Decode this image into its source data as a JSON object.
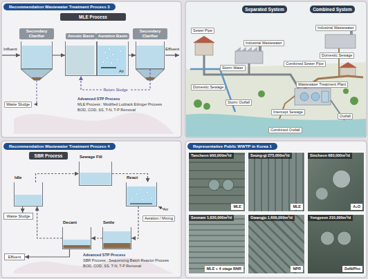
{
  "diagram": {
    "nodes": [
      {
        "text": [
          "Recommendation Wastewater Treatment Process 3"
        ]
      },
      {
        "text": [
          "MLE Process"
        ],
        "in": 0
      },
      {
        "text": [
          "Secondary Clarifier"
        ],
        "in": 0
      },
      {
        "text": [
          "Anoxic Basin"
        ],
        "in": 0
      },
      {
        "text": [
          "Aeration Basin"
        ],
        "in": 0
      },
      {
        "text": [
          "Secondary Clarifier"
        ],
        "in": 0
      },
      {
        "text": [
          "Separated System"
        ]
      },
      {
        "text": [
          "Combined System"
        ]
      },
      {
        "text": [
          "Recommendation Wastewater Treatment Process 4"
        ]
      },
      {
        "text": [
          "SBR Process"
        ],
        "in": 8
      },
      {
        "text": [
          "Sewage Fill"
        ],
        "in": 8
      },
      {
        "text": [
          "Idle"
        ],
        "in": 8
      },
      {
        "text": [
          "React"
        ],
        "in": 8
      },
      {
        "text": [
          "Waste Sludge"
        ],
        "in": 8
      },
      {
        "text": [
          "Decant"
        ],
        "in": 8
      },
      {
        "text": [
          "Settle"
        ],
        "in": 8
      },
      {
        "text": [
          "Effluent"
        ],
        "in": 8
      },
      {
        "text": [
          "Representative Public WWTP in Korea 1"
        ]
      },
      {
        "text": [
          "Tancheon 900,000m³/d",
          "MLE"
        ],
        "in": 17
      },
      {
        "text": [
          "Seung-gi 275,000m³/d",
          "MLE"
        ],
        "in": 17
      },
      {
        "text": [
          "Sincheon 680,000m³/d",
          "A₂O"
        ],
        "in": 17
      },
      {
        "text": [
          "Seonam 1,630,000m³/d",
          "MLE + 4 stage BNR"
        ],
        "in": 17
      },
      {
        "text": [
          "Gwangju 1,600,000m³/d",
          "NPR"
        ],
        "in": 17
      },
      {
        "text": [
          "Yongyeon 210,000m³/d",
          "DeNiPho"
        ],
        "in": 17
      }
    ],
    "edges": [
      {
        "from": 2,
        "to": 3,
        "arrow": "to"
      },
      {
        "from": 4,
        "to": 5,
        "arrow": "to"
      },
      {
        "from": 5,
        "to": 3,
        "label": "Return Sludge",
        "arrow": "to"
      },
      {
        "from": 11,
        "to": 10,
        "arrow": "to"
      },
      {
        "from": 10,
        "to": 12,
        "arrow": "to"
      },
      {
        "from": 12,
        "to": 15,
        "arrow": "to"
      },
      {
        "from": 15,
        "to": 14,
        "arrow": "to"
      },
      {
        "from": 14,
        "to": 11,
        "arrow": "to"
      },
      {
        "from": 11,
        "to": 13,
        "arrow": "to"
      },
      {
        "from": 14,
        "to": 16,
        "arrow": "to"
      }
    ],
    "labels": [
      "Influent",
      "Effluent",
      "Air",
      "Waste Sludge",
      "Advanced STP Process",
      "MLE Process : Modified Ludzack Ettinger Process",
      "BOD, COD, SS, T-N, T-P Removal",
      "Sewer Pipe",
      "Industrial Wastewater",
      "Storm Water",
      "Domestic Sewage",
      "Combined Sewer Pipe",
      "Industrial Wastewater",
      "Domestic Sewage",
      "Wastewater Treatment Plant",
      "Storm Outfall",
      "Intercept Sewage",
      "Combined Outfall",
      "Outfall",
      "Air",
      "Aeration / Mixing",
      "Advanced STP Process",
      "SBR Process : Sequencing Batch Reactor Process",
      "BOD, COD, SS, T-N, T-P Removal"
    ]
  }
}
